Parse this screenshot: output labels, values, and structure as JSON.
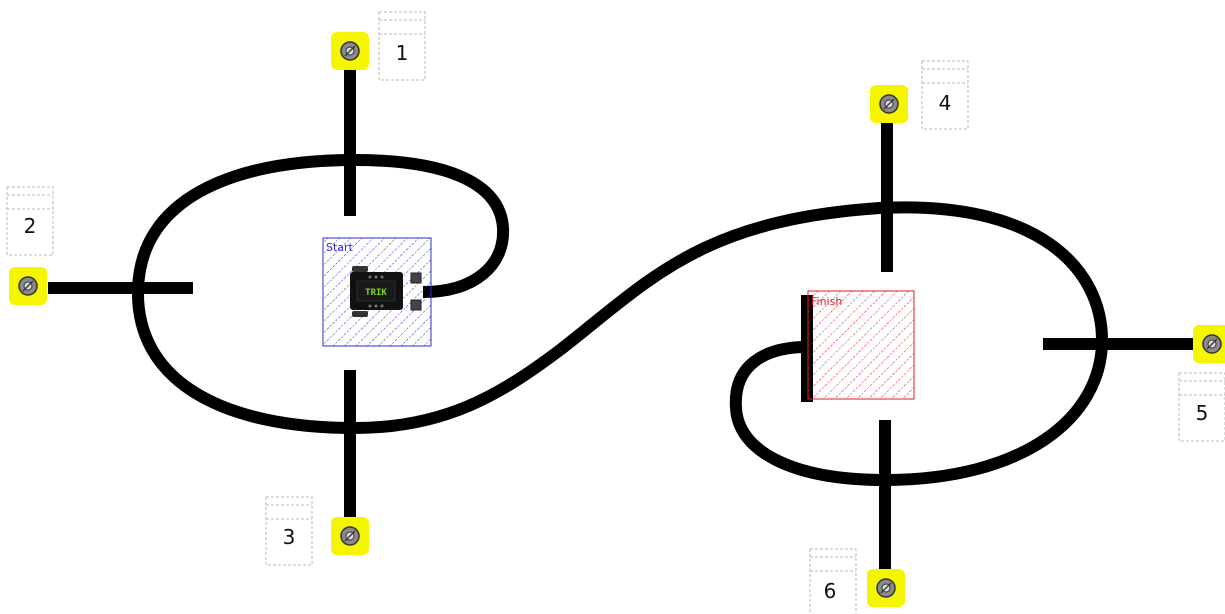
{
  "zones": {
    "start": {
      "label": "Start",
      "color": "#2b2bd6"
    },
    "finish": {
      "label": "Finish",
      "color": "#e01b24"
    }
  },
  "robot": {
    "label": "TRIK",
    "label_color": "#7cd91a"
  },
  "boxes": [
    {
      "number": "1"
    },
    {
      "number": "2"
    },
    {
      "number": "3"
    },
    {
      "number": "4"
    },
    {
      "number": "5"
    },
    {
      "number": "6"
    }
  ],
  "sensors": [
    {
      "name": "sensor-1",
      "color": "#f5f500"
    },
    {
      "name": "sensor-2",
      "color": "#f5f500"
    },
    {
      "name": "sensor-3",
      "color": "#f5f500"
    },
    {
      "name": "sensor-4",
      "color": "#f5f500"
    },
    {
      "name": "sensor-5",
      "color": "#f5f500"
    },
    {
      "name": "sensor-6",
      "color": "#f5f500"
    }
  ],
  "line_color": "#000000"
}
